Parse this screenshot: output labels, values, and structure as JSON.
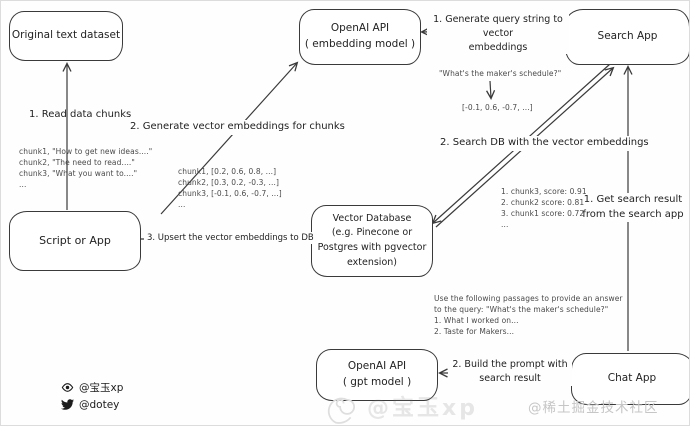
{
  "boxes": {
    "original_dataset": "Original text dataset",
    "openai_embedding": "OpenAI API\n( embedding model )",
    "search_app": "Search App",
    "script_app": "Script or App",
    "vector_db": "Vector Database\n(e.g. Pinecone or\nPostgres with pgvector\nextension)",
    "openai_gpt": "OpenAI API\n( gpt model )",
    "chat_app": "Chat App"
  },
  "arrow_labels": {
    "read_chunks": "1. Read data chunks",
    "generate_embeddings": "2. Generate vector embeddings for chunks",
    "upsert": "3. Upsert the vector embeddings to DB",
    "query_to_vector": "1. Generate query string to vector\nembeddings",
    "search_db": "2. Search DB with the vector embeddings",
    "get_search_result": "1. Get search result\nfrom the search app",
    "build_prompt": "2. Build the prompt with\nsearch result"
  },
  "annotations": {
    "chunks_list": "chunk1, \"How to get new ideas....\"\nchunk2, \"The need to read....\"\nchunk3, \"What you want to....\"\n...",
    "embeddings_list": "chunk1, [0.2, 0.6, 0.8, ...]\nchunk2, [0.3, 0.2, -0.3, ...]\nchunk3, [-0.1, 0.6, -0.7, ...]\n...",
    "query_example": "\"What's the maker's schedule?\"",
    "query_embedding": "[-0.1, 0.6, -0.7, ...]",
    "scores_list": "1. chunk3, score: 0.91\n2. chunk2 score: 0.81\n3. chunk1 score: 0.72\n...",
    "prompt_text": "Use the following passages to provide an answer\nto the query: \"What's the maker's schedule?\"\n1. What I worked on...\n2. Taste for Makers..."
  },
  "watermarks": {
    "weibo_handle": "@宝玉xp",
    "twitter_handle": "@dotey",
    "center_handle": "@宝玉xp",
    "juejin_handle": "@稀土掘金技术社区"
  },
  "colors": {
    "ink": "#3a3a3a",
    "watermark_gray": "#c6c6c6"
  }
}
